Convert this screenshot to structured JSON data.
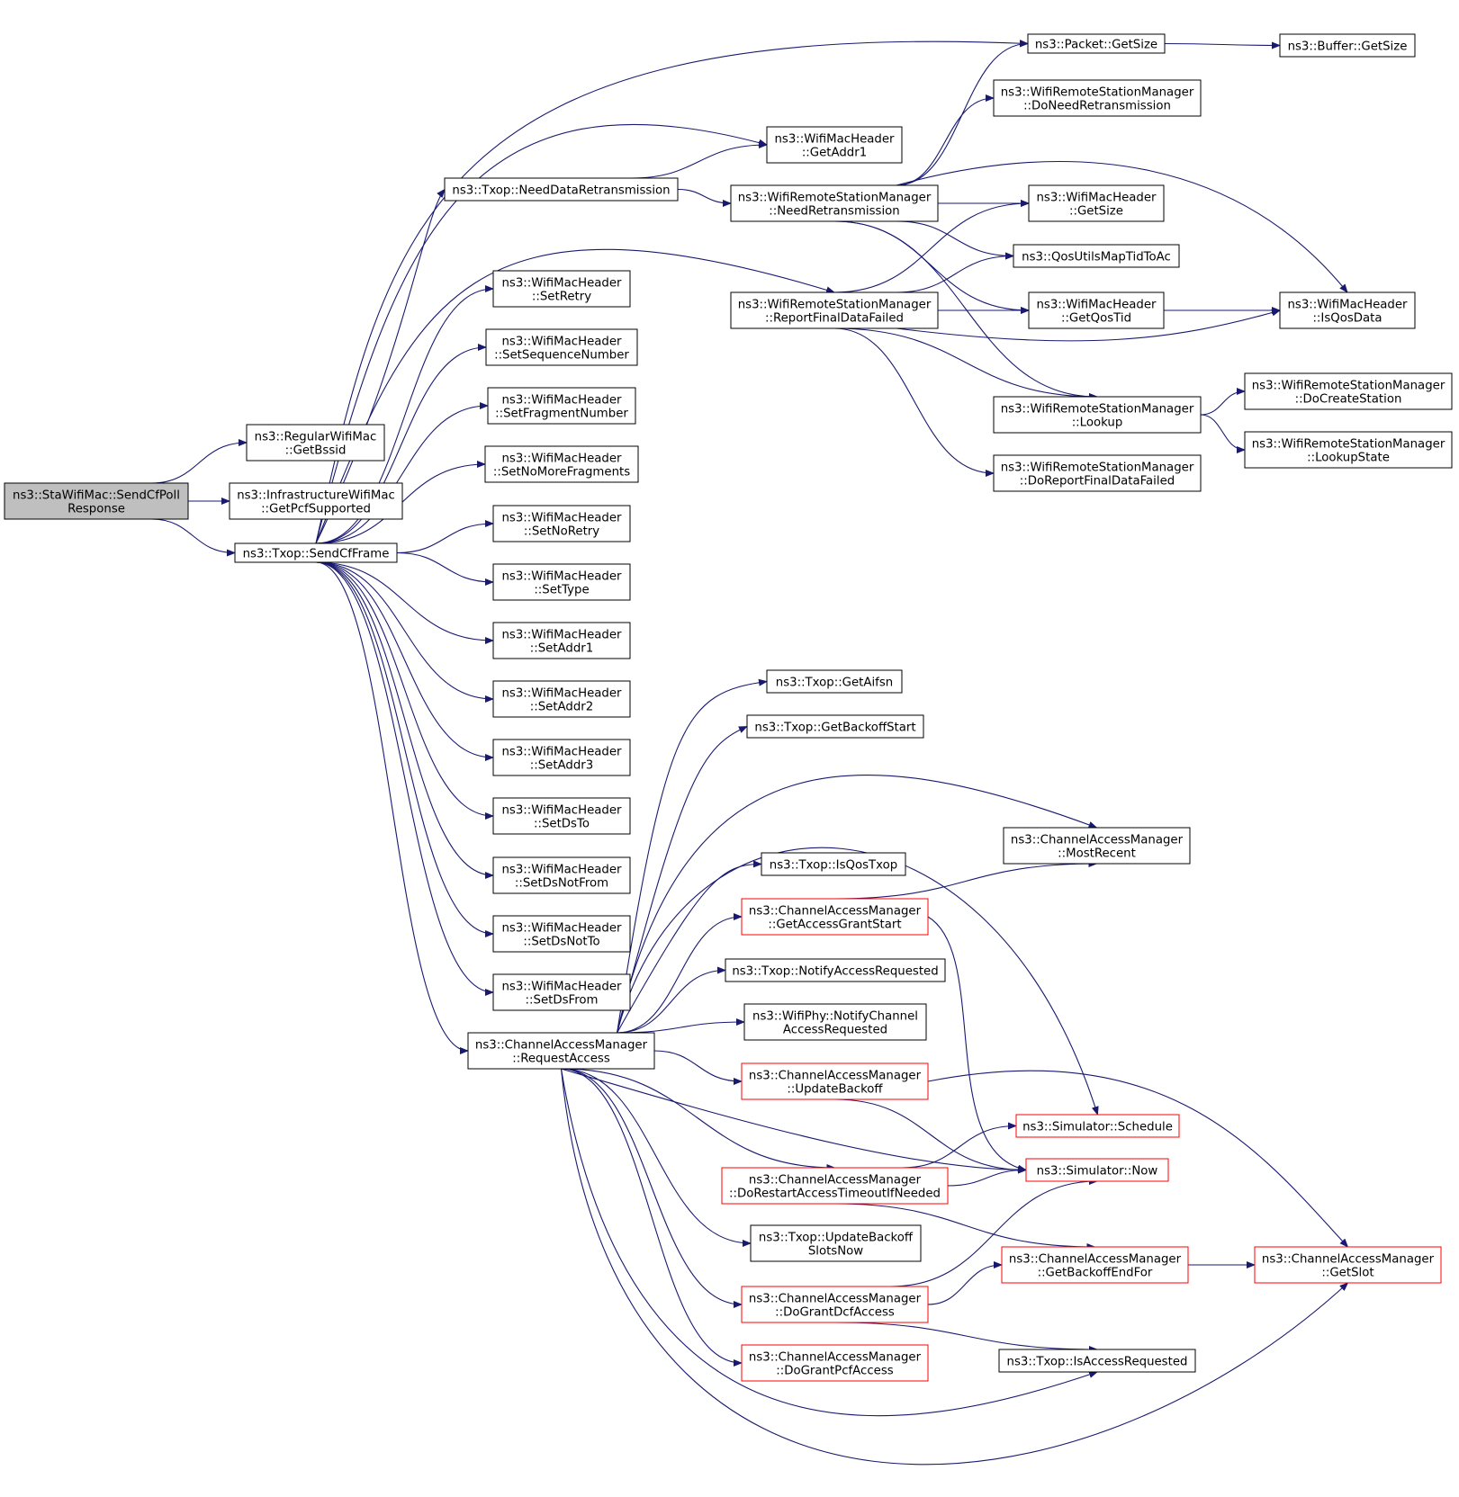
{
  "graph": {
    "colors": {
      "edge": "#191970",
      "node_border": "#000000",
      "node_border_truncated": "#ff0000",
      "root_fill": "#bfbfbf",
      "background": "#ffffff"
    },
    "nodes": {
      "root": {
        "lines": [
          "ns3::StaWifiMac::SendCfPoll",
          "Response"
        ]
      },
      "getbssid": {
        "lines": [
          "ns3::RegularWifiMac",
          "::GetBssid"
        ]
      },
      "getpcf": {
        "lines": [
          "ns3::InfrastructureWifiMac",
          "::GetPcfSupported"
        ]
      },
      "sendcf": {
        "lines": [
          "ns3::Txop::SendCfFrame"
        ]
      },
      "needdata": {
        "lines": [
          "ns3::Txop::NeedDataRetransmission"
        ]
      },
      "setretry": {
        "lines": [
          "ns3::WifiMacHeader",
          "::SetRetry"
        ]
      },
      "setseq": {
        "lines": [
          "ns3::WifiMacHeader",
          "::SetSequenceNumber"
        ]
      },
      "setfrag": {
        "lines": [
          "ns3::WifiMacHeader",
          "::SetFragmentNumber"
        ]
      },
      "setnomore": {
        "lines": [
          "ns3::WifiMacHeader",
          "::SetNoMoreFragments"
        ]
      },
      "setnoretry": {
        "lines": [
          "ns3::WifiMacHeader",
          "::SetNoRetry"
        ]
      },
      "settype": {
        "lines": [
          "ns3::WifiMacHeader",
          "::SetType"
        ]
      },
      "setaddr1": {
        "lines": [
          "ns3::WifiMacHeader",
          "::SetAddr1"
        ]
      },
      "setaddr2": {
        "lines": [
          "ns3::WifiMacHeader",
          "::SetAddr2"
        ]
      },
      "setaddr3": {
        "lines": [
          "ns3::WifiMacHeader",
          "::SetAddr3"
        ]
      },
      "setdsto": {
        "lines": [
          "ns3::WifiMacHeader",
          "::SetDsTo"
        ]
      },
      "setdsnotfrom": {
        "lines": [
          "ns3::WifiMacHeader",
          "::SetDsNotFrom"
        ]
      },
      "setdsnotto": {
        "lines": [
          "ns3::WifiMacHeader",
          "::SetDsNotTo"
        ]
      },
      "setdsfrom": {
        "lines": [
          "ns3::WifiMacHeader",
          "::SetDsFrom"
        ]
      },
      "requestaccess": {
        "lines": [
          "ns3::ChannelAccessManager",
          "::RequestAccess"
        ]
      },
      "getaddr1": {
        "lines": [
          "ns3::WifiMacHeader",
          "::GetAddr1"
        ]
      },
      "needretx": {
        "lines": [
          "ns3::WifiRemoteStationManager",
          "::NeedRetransmission"
        ]
      },
      "reportfinal": {
        "lines": [
          "ns3::WifiRemoteStationManager",
          "::ReportFinalDataFailed"
        ]
      },
      "pktgetsize": {
        "lines": [
          "ns3::Packet::GetSize"
        ]
      },
      "bufgetsize": {
        "lines": [
          "ns3::Buffer::GetSize"
        ]
      },
      "doneedretx": {
        "lines": [
          "ns3::WifiRemoteStationManager",
          "::DoNeedRetransmission"
        ]
      },
      "hdrgetsize": {
        "lines": [
          "ns3::WifiMacHeader",
          "::GetSize"
        ]
      },
      "qosmap": {
        "lines": [
          "ns3::QosUtilsMapTidToAc"
        ]
      },
      "getqostid": {
        "lines": [
          "ns3::WifiMacHeader",
          "::GetQosTid"
        ]
      },
      "isqosdata": {
        "lines": [
          "ns3::WifiMacHeader",
          "::IsQosData"
        ]
      },
      "lookup": {
        "lines": [
          "ns3::WifiRemoteStationManager",
          "::Lookup"
        ]
      },
      "docreate": {
        "lines": [
          "ns3::WifiRemoteStationManager",
          "::DoCreateStation"
        ]
      },
      "lookupstate": {
        "lines": [
          "ns3::WifiRemoteStationManager",
          "::LookupState"
        ]
      },
      "doreportfinal": {
        "lines": [
          "ns3::WifiRemoteStationManager",
          "::DoReportFinalDataFailed"
        ]
      },
      "getaifsn": {
        "lines": [
          "ns3::Txop::GetAifsn"
        ]
      },
      "getbackoffstart": {
        "lines": [
          "ns3::Txop::GetBackoffStart"
        ]
      },
      "mostrecent": {
        "lines": [
          "ns3::ChannelAccessManager",
          "::MostRecent"
        ]
      },
      "isqostxop": {
        "lines": [
          "ns3::Txop::IsQosTxop"
        ]
      },
      "getaccessgrant": {
        "lines": [
          "ns3::ChannelAccessManager",
          "::GetAccessGrantStart"
        ]
      },
      "notifyaccess": {
        "lines": [
          "ns3::Txop::NotifyAccessRequested"
        ]
      },
      "phynotify": {
        "lines": [
          "ns3::WifiPhy::NotifyChannel",
          "AccessRequested"
        ]
      },
      "updatebackoff": {
        "lines": [
          "ns3::ChannelAccessManager",
          "::UpdateBackoff"
        ]
      },
      "schedule": {
        "lines": [
          "ns3::Simulator::Schedule"
        ]
      },
      "now": {
        "lines": [
          "ns3::Simulator::Now"
        ]
      },
      "dorestart": {
        "lines": [
          "ns3::ChannelAccessManager",
          "::DoRestartAccessTimeoutIfNeeded"
        ]
      },
      "updatebackoffslots": {
        "lines": [
          "ns3::Txop::UpdateBackoff",
          "SlotsNow"
        ]
      },
      "getbackoffend": {
        "lines": [
          "ns3::ChannelAccessManager",
          "::GetBackoffEndFor"
        ]
      },
      "getslot": {
        "lines": [
          "ns3::ChannelAccessManager",
          "::GetSlot"
        ]
      },
      "dograntdcf": {
        "lines": [
          "ns3::ChannelAccessManager",
          "::DoGrantDcfAccess"
        ]
      },
      "isaccessreq": {
        "lines": [
          "ns3::Txop::IsAccessRequested"
        ]
      },
      "dograntpcf": {
        "lines": [
          "ns3::ChannelAccessManager",
          "::DoGrantPcfAccess"
        ]
      }
    }
  }
}
